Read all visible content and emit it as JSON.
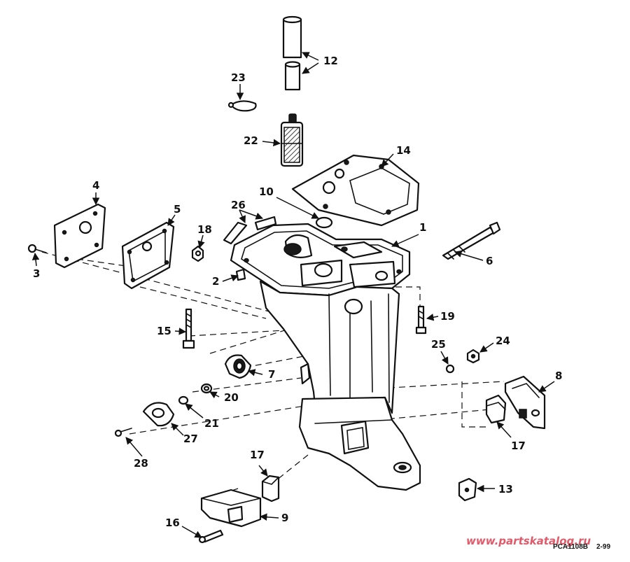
{
  "callouts": [
    "1",
    "2",
    "3",
    "4",
    "5",
    "6",
    "7",
    "8",
    "9",
    "10",
    "12",
    "13",
    "14",
    "15",
    "16",
    "17",
    "17",
    "18",
    "19",
    "20",
    "21",
    "22",
    "23",
    "24",
    "25",
    "26",
    "27",
    "28"
  ],
  "figure_code": "PCA1108B",
  "figure_date": "2-99",
  "watermark": "www.partskatalog.ru"
}
